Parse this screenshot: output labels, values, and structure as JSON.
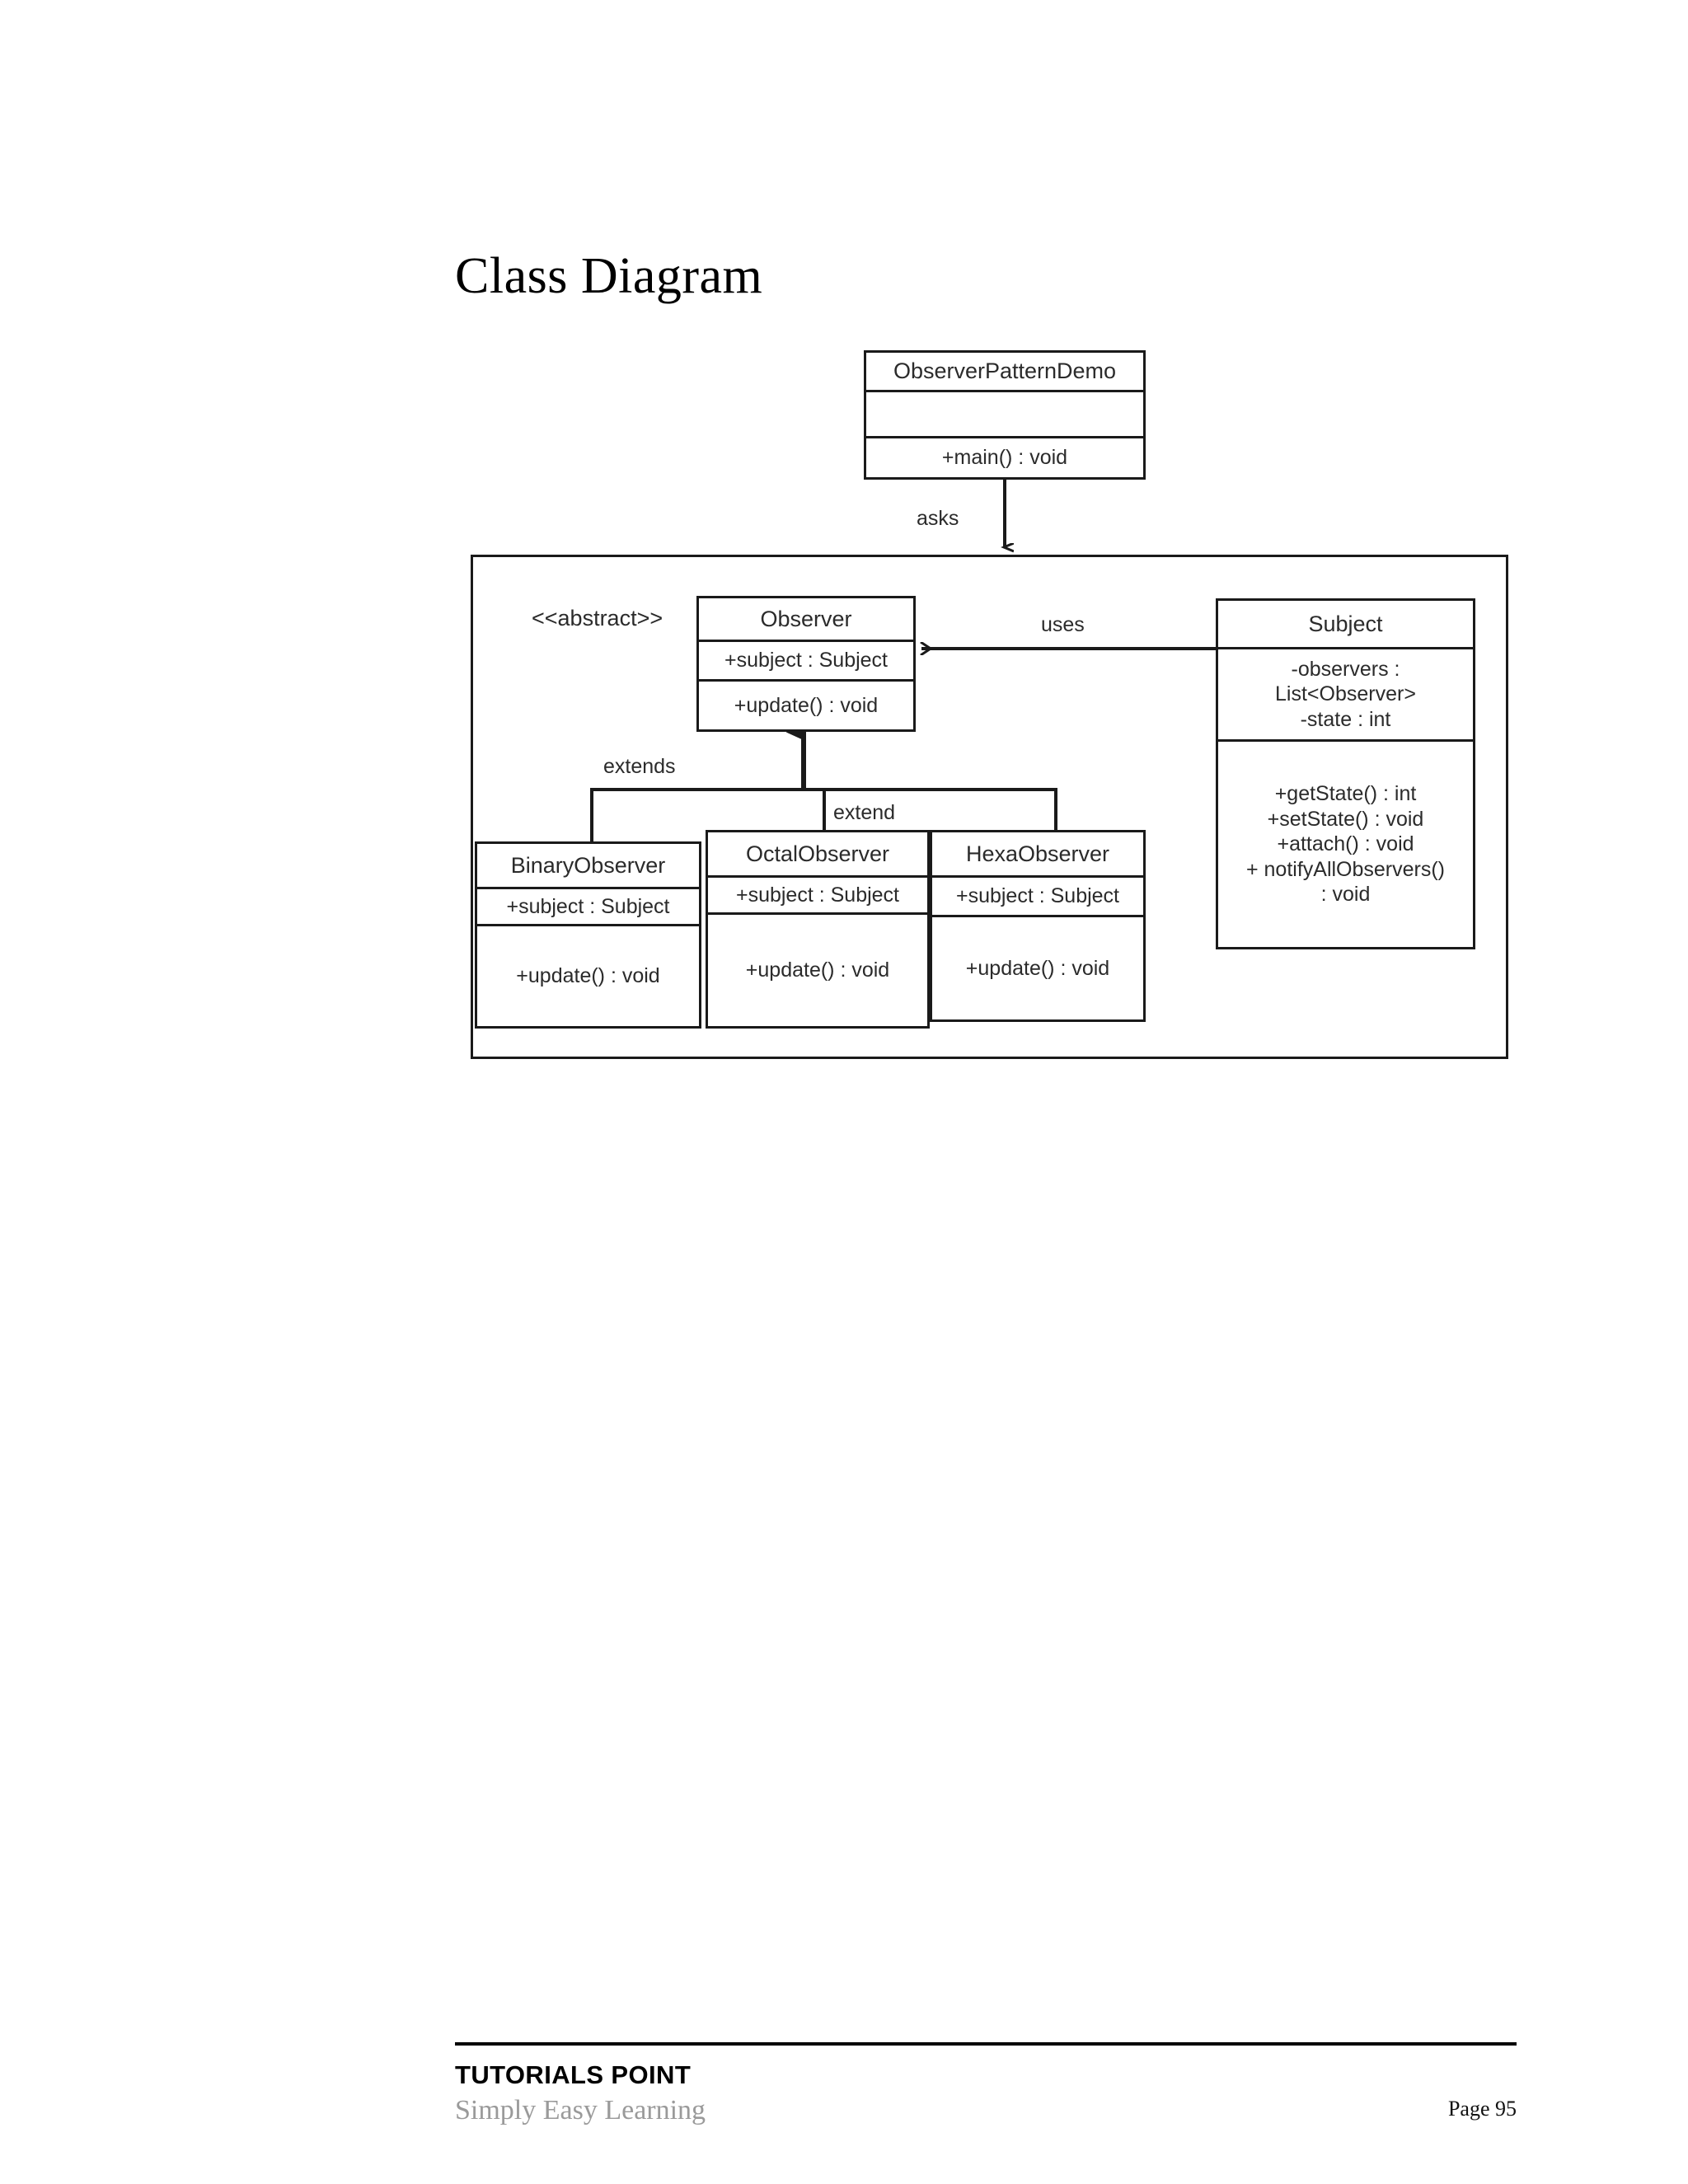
{
  "document": {
    "title": "Class Diagram"
  },
  "diagram": {
    "type": "uml-class-diagram",
    "stereotype_label": "<<abstract>>",
    "edges": [
      {
        "id": "asks",
        "label": "asks",
        "from": "ObserverPatternDemo",
        "to": "package-frame",
        "arrow": "open-down"
      },
      {
        "id": "uses",
        "label": "uses",
        "from": "Subject",
        "to": "Observer",
        "arrow": "open-left"
      },
      {
        "id": "extends",
        "label": "extends",
        "from": "BinaryObserver",
        "to": "Observer",
        "arrow": "solid-up"
      },
      {
        "id": "extend",
        "label": "extend",
        "from": "OctalObserver",
        "to": "Observer",
        "arrow": "none"
      }
    ],
    "classes": {
      "demo": {
        "name": "ObserverPatternDemo",
        "attributes": [],
        "methods": [
          "+main()  : void"
        ]
      },
      "observer": {
        "name": "Observer",
        "attributes": [
          "+subject  : Subject"
        ],
        "methods": [
          "+update()  : void"
        ]
      },
      "subject": {
        "name": "Subject",
        "attributes": [
          "-observers  :",
          "List<Observer>",
          "-state : int"
        ],
        "methods": [
          "+getState() : int",
          "+setState()  : void",
          "+attach() : void",
          "+ notifyAllObservers()",
          ": void"
        ]
      },
      "binary": {
        "name": "BinaryObserver",
        "attributes": [
          "+subject  : Subject"
        ],
        "methods": [
          "+update()  : void"
        ]
      },
      "octal": {
        "name": "OctalObserver",
        "attributes": [
          "+subject  : Subject"
        ],
        "methods": [
          "+update()  : void"
        ]
      },
      "hexa": {
        "name": "HexaObserver",
        "attributes": [
          "+subject  : Subject"
        ],
        "methods": [
          "+update()  : void"
        ]
      }
    }
  },
  "footer": {
    "brand": "TUTORIALS POINT",
    "tagline": "Simply Easy Learning",
    "page": "Page 95"
  }
}
